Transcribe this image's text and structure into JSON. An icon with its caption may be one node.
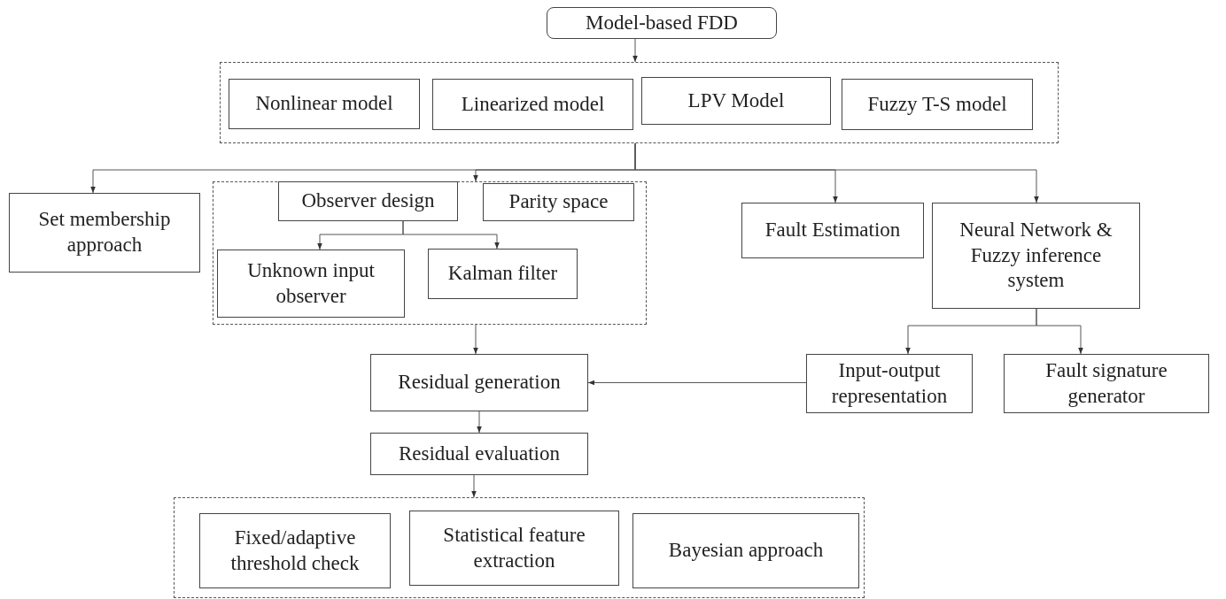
{
  "diagram": {
    "nodes": [
      {
        "text": [
          "Model-based FDD"
        ]
      },
      {
        "text": [],
        "shape": "box"
      },
      {
        "text": [
          "Nonlinear model"
        ],
        "in": 1
      },
      {
        "text": [
          "Linearized model"
        ],
        "in": 1
      },
      {
        "text": [
          "LPV Model"
        ],
        "in": 1
      },
      {
        "text": [
          "Fuzzy T-S model"
        ],
        "in": 1
      },
      {
        "text": [
          "Set membership approach"
        ]
      },
      {
        "text": [],
        "shape": "box"
      },
      {
        "text": [
          "Observer design"
        ],
        "in": 7
      },
      {
        "text": [
          "Parity space"
        ],
        "in": 7
      },
      {
        "text": [
          "Unknown input observer"
        ],
        "in": 7
      },
      {
        "text": [
          "Kalman filter"
        ],
        "in": 7
      },
      {
        "text": [
          "Fault Estimation"
        ]
      },
      {
        "text": [
          "Neural Network & Fuzzy inference system"
        ]
      },
      {
        "text": [
          "Residual generation"
        ]
      },
      {
        "text": [
          "Input-output representation"
        ]
      },
      {
        "text": [
          "Fault signature generator"
        ]
      },
      {
        "text": [
          "Residual evaluation"
        ]
      },
      {
        "text": [],
        "shape": "box"
      },
      {
        "text": [
          "Fixed/adaptive threshold check"
        ],
        "in": 18
      },
      {
        "text": [
          "Statistical feature extraction"
        ],
        "in": 18
      },
      {
        "text": [
          "Bayesian approach"
        ],
        "in": 18
      }
    ],
    "edges": [
      {
        "from": 0,
        "to": 1,
        "arrow": "to"
      },
      {
        "from": 1,
        "to": 6,
        "arrow": "to"
      },
      {
        "from": 1,
        "to": 7,
        "arrow": "to"
      },
      {
        "from": 1,
        "to": 12,
        "arrow": "to"
      },
      {
        "from": 1,
        "to": 13,
        "arrow": "to"
      },
      {
        "from": 8,
        "to": 10,
        "arrow": "to"
      },
      {
        "from": 8,
        "to": 11,
        "arrow": "to"
      },
      {
        "from": 7,
        "to": 14,
        "arrow": "to"
      },
      {
        "from": 13,
        "to": 15,
        "arrow": "to"
      },
      {
        "from": 13,
        "to": 16,
        "arrow": "to"
      },
      {
        "from": 15,
        "to": 14,
        "arrow": "to"
      },
      {
        "from": 14,
        "to": 17,
        "arrow": "to"
      },
      {
        "from": 17,
        "to": 18,
        "arrow": "to"
      }
    ]
  }
}
